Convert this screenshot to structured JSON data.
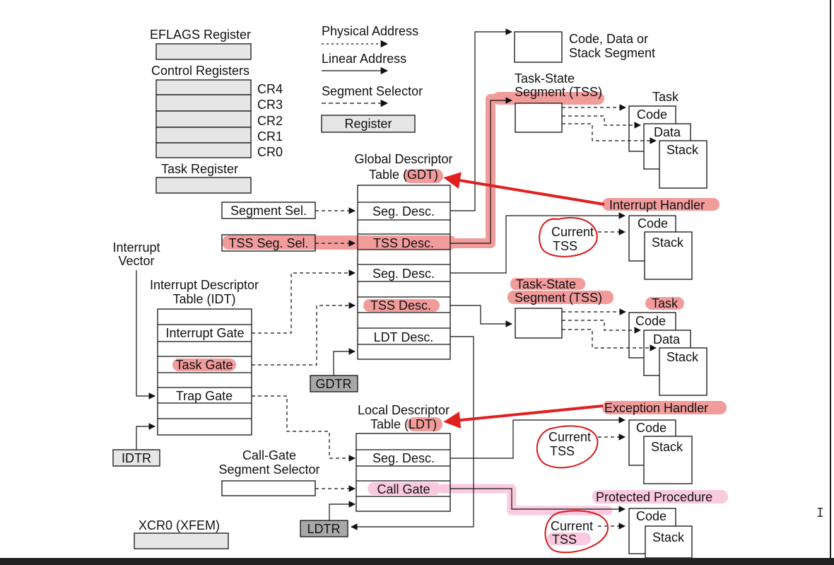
{
  "legend": {
    "physical_address": "Physical Address",
    "linear_address": "Linear Address",
    "segment_selector": "Segment Selector",
    "register": "Register"
  },
  "registers": {
    "eflags": "EFLAGS Register",
    "control": "Control Registers",
    "cr_labels": [
      "CR4",
      "CR3",
      "CR2",
      "CR1",
      "CR0"
    ],
    "task_register": "Task Register",
    "xcr0": "XCR0 (XFEM)",
    "gdtr": "GDTR",
    "idtr": "IDTR",
    "ldtr": "LDTR"
  },
  "gdt": {
    "title_line1": "Global Descriptor",
    "title_line2_prefix": "Table (",
    "title_abbrev": "GDT",
    "title_line2_suffix": ")",
    "entries": [
      "Seg. Desc.",
      "TSS Desc.",
      "Seg. Desc.",
      "TSS Desc.",
      "LDT Desc."
    ]
  },
  "idt": {
    "title_line1": "Interrupt Descriptor",
    "title_line2": "Table (IDT)",
    "entries": [
      "Interrupt Gate",
      "Task Gate",
      "Trap Gate"
    ]
  },
  "ldt": {
    "title_line1": "Local Descriptor",
    "title_line2_prefix": "Table (",
    "title_abbrev": "LDT",
    "title_line2_suffix": ")",
    "entries": [
      "Seg. Desc.",
      "Call Gate"
    ]
  },
  "left_labels": {
    "segment_sel": "Segment Sel.",
    "tss_seg_sel": "TSS Seg. Sel.",
    "interrupt_vector_line1": "Interrupt",
    "interrupt_vector_line2": "Vector",
    "call_gate_sel_line1": "Call-Gate",
    "call_gate_sel_line2": "Segment Selector"
  },
  "right_labels": {
    "code_data_stack_line1": "Code, Data or",
    "code_data_stack_line2": "Stack Segment",
    "tss_line1": "Task-State",
    "tss_line2": "Segment (TSS)",
    "task": "Task",
    "code": "Code",
    "data": "Data",
    "stack": "Stack",
    "interrupt_handler": "Interrupt Handler",
    "exception_handler": "Exception Handler",
    "protected_procedure": "Protected Procedure",
    "current_line1": "Current",
    "current_line2": "TSS"
  },
  "colors": {
    "highlight_red": "#f08a8a",
    "highlight_pink": "#f9c4dc",
    "arrow_red": "#e02020",
    "circle_red": "#d81818",
    "register_fill": "#e6e6e6",
    "register_dark": "#a8a8a8",
    "line": "#111111"
  }
}
